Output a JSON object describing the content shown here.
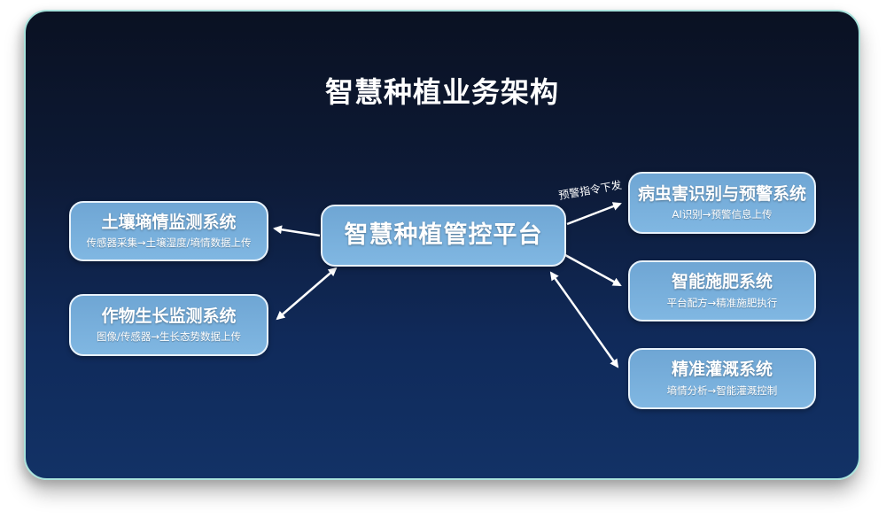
{
  "title": "智慧种植业务架构",
  "colors": {
    "background_top": "#0a1122",
    "background_bottom": "#123266",
    "card_border": "#a9e3dc",
    "node_fill": "#7bb1dc",
    "node_border": "#e8f2fb",
    "text": "#ffffff"
  },
  "center": {
    "title": "智慧种植管控平台"
  },
  "left_nodes": [
    {
      "title": "土壤墒情监测系统",
      "subtitle": "传感器采集→土壤湿度/墒情数据上传"
    },
    {
      "title": "作物生长监测系统",
      "subtitle": "图像/传感器→生长态势数据上传"
    }
  ],
  "right_nodes": [
    {
      "title": "病虫害识别与预警系统",
      "subtitle": "AI识别→预警信息上传"
    },
    {
      "title": "智能施肥系统",
      "subtitle": "平台配方→精准施肥执行"
    },
    {
      "title": "精准灌溉系统",
      "subtitle": "墒情分析→智能灌溉控制"
    }
  ],
  "edges": [
    {
      "from": "智慧种植管控平台",
      "to": "土壤墒情监测系统",
      "direction": "to"
    },
    {
      "from": "智慧种植管控平台",
      "to": "作物生长监测系统",
      "direction": "both"
    },
    {
      "from": "智慧种植管控平台",
      "to": "病虫害识别与预警系统",
      "direction": "to",
      "label": "预警指令下发"
    },
    {
      "from": "智慧种植管控平台",
      "to": "智能施肥系统",
      "direction": "to"
    },
    {
      "from": "智慧种植管控平台",
      "to": "精准灌溉系统",
      "direction": "both"
    }
  ]
}
